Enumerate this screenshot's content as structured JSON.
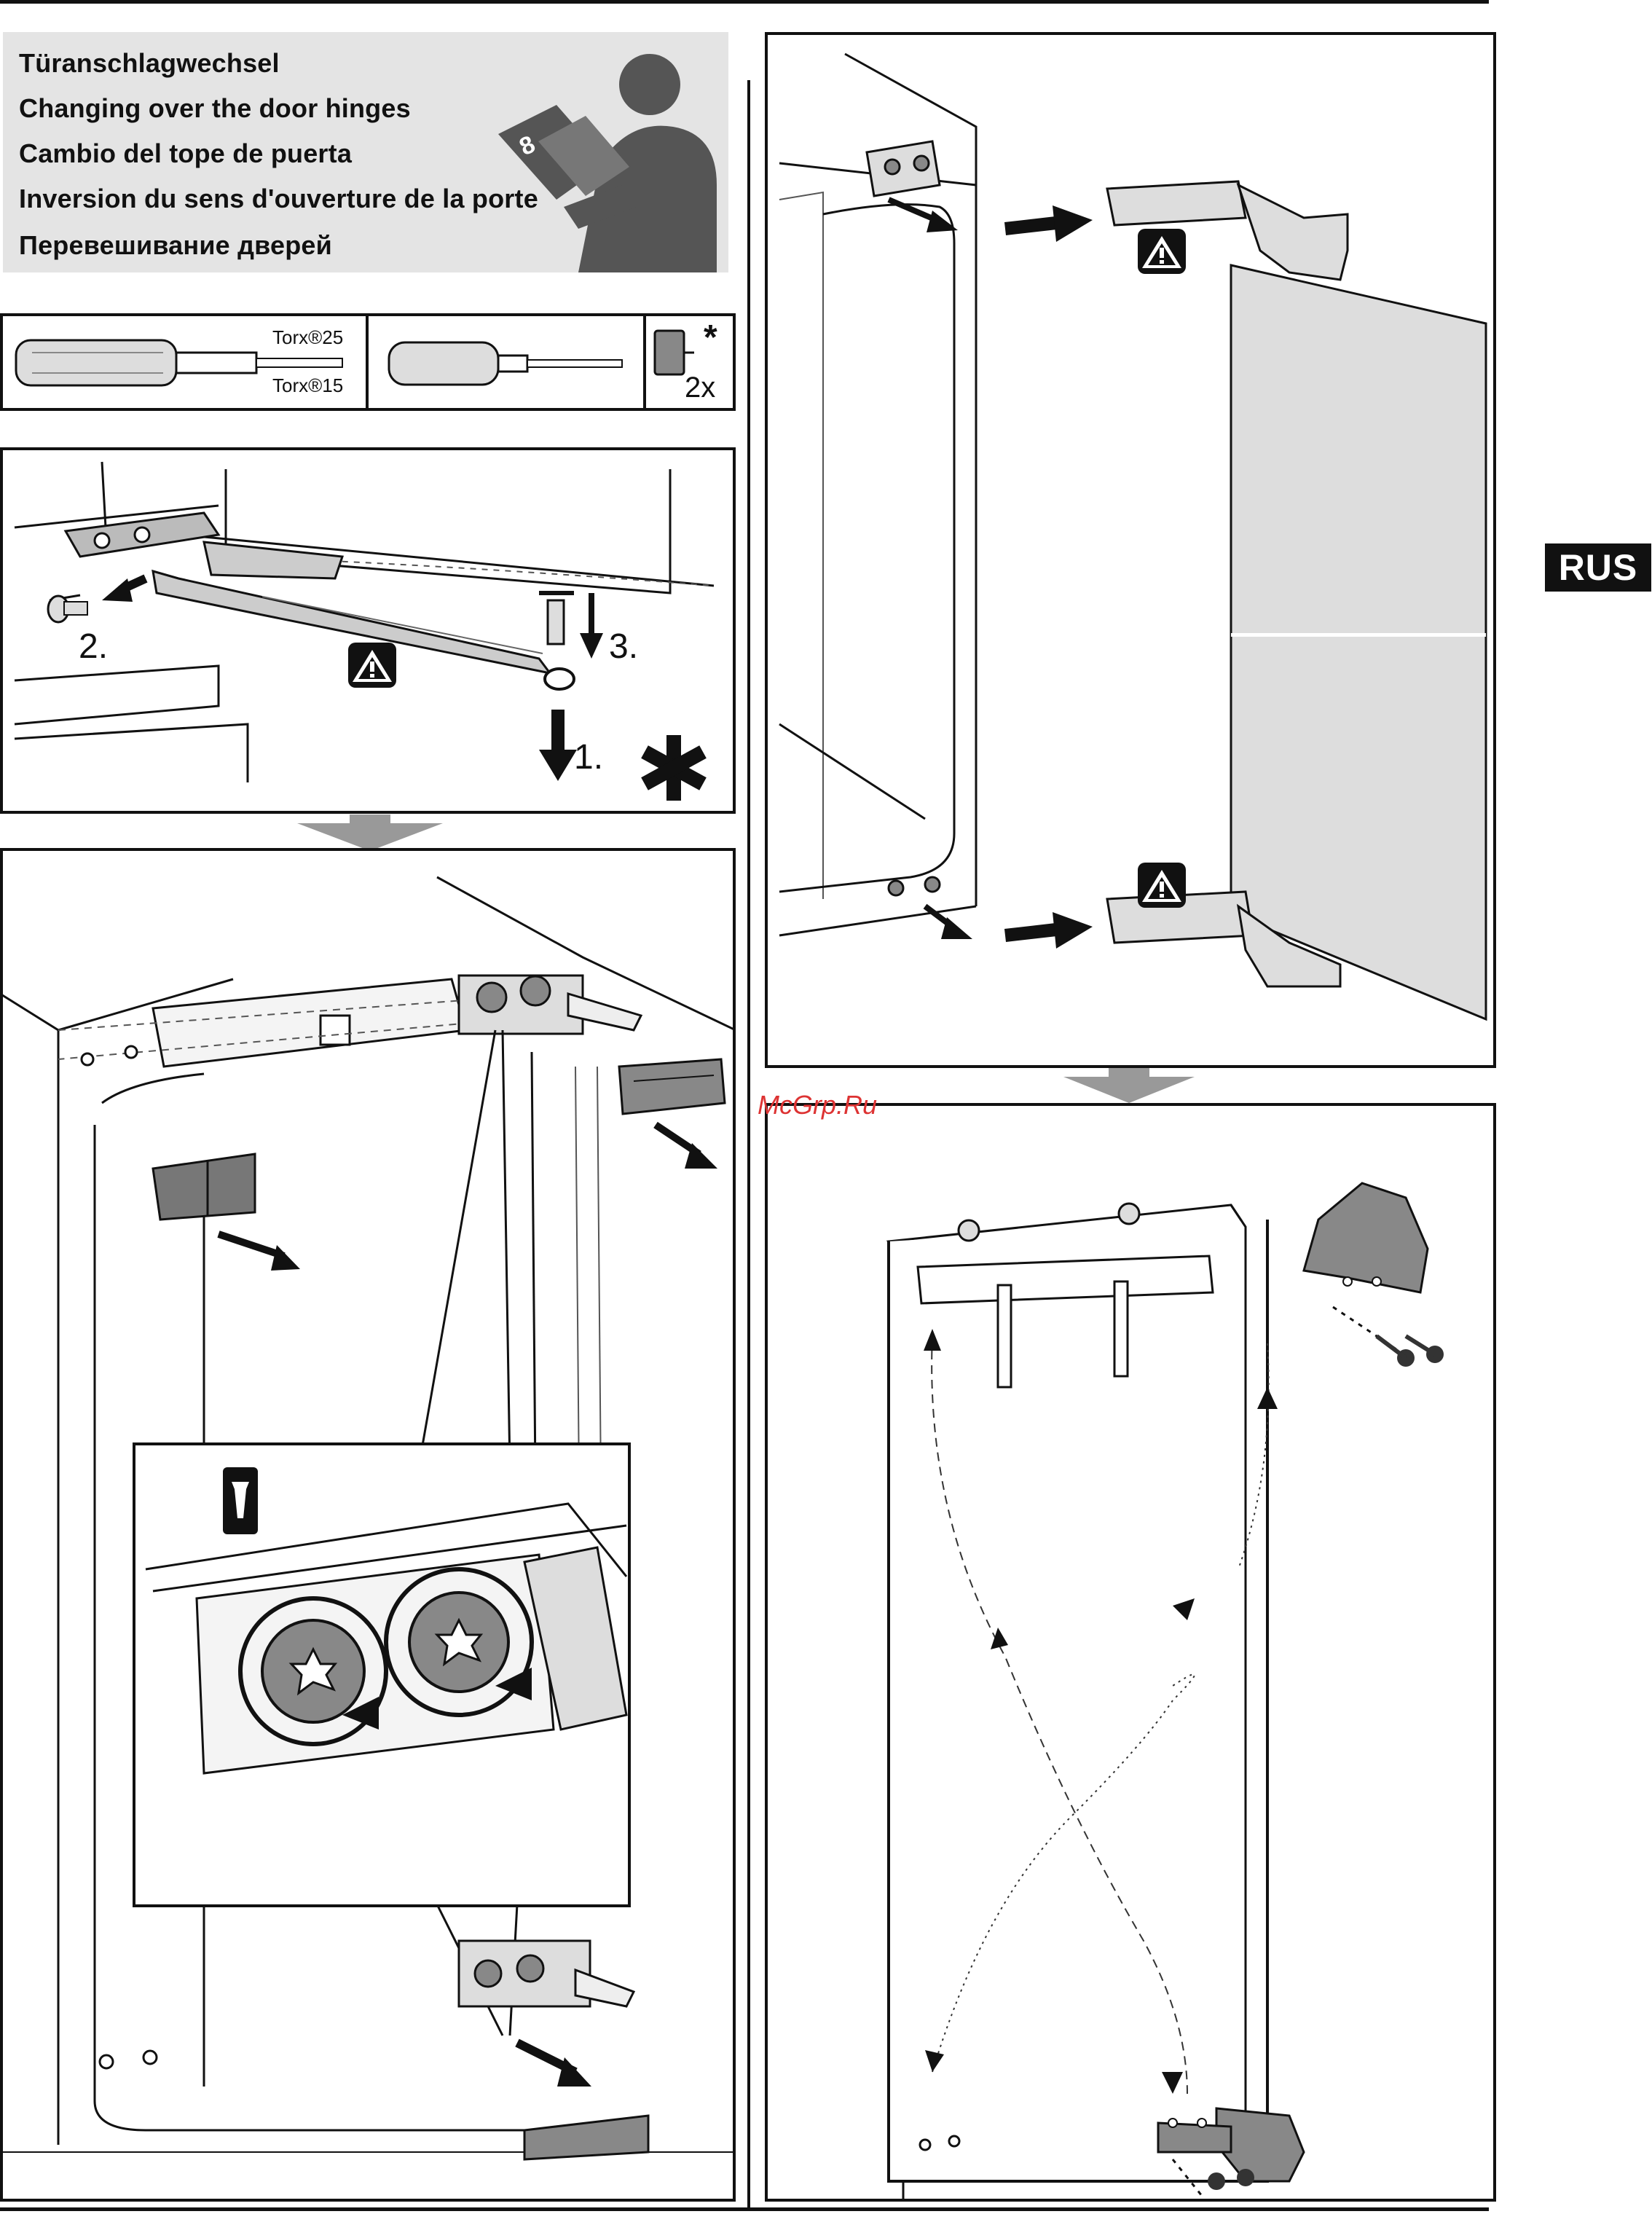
{
  "header": {
    "titles": [
      "Türanschlagwechsel",
      "Changing over the door hinges",
      "Cambio del tope de puerta",
      "Inversion du sens d'ouverture de la porte",
      "Перевешивание дверей"
    ],
    "book_icon_number": "8"
  },
  "tools": {
    "torx25": "Torx®25",
    "torx15": "Torx®15",
    "asterisk": "*",
    "quantity": "2x"
  },
  "steps": {
    "one": "1.",
    "two": "2.",
    "three": "3."
  },
  "language_tab": "RUS",
  "watermark": "McGrp.Ru",
  "icons": {
    "warning": "warning-triangle-icon",
    "reader": "manual-reader-icon",
    "screw": "screw-icon",
    "asterisk": "asterisk-icon"
  }
}
